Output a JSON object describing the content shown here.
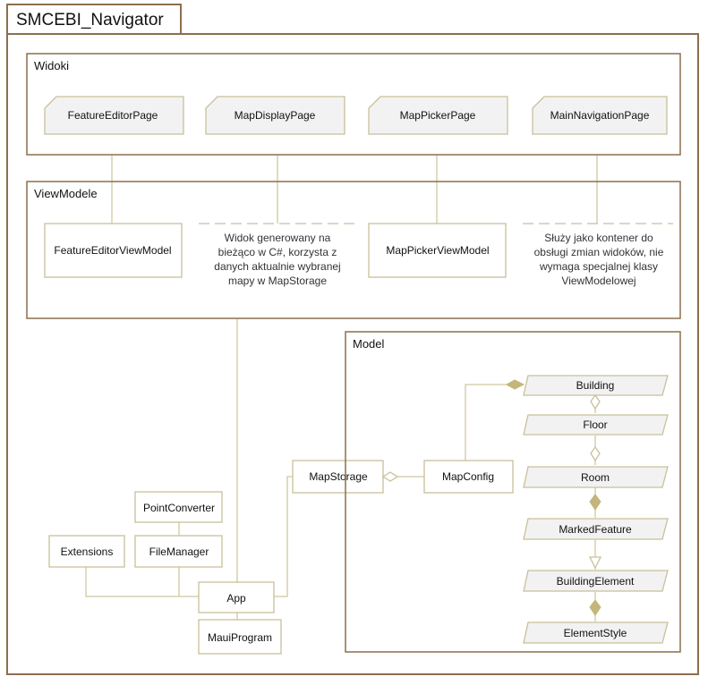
{
  "diagram": {
    "title": "SMCEBI_Navigator",
    "packages": {
      "views": "Widoki",
      "viewmodels": "ViewModele",
      "model": "Model"
    },
    "views": [
      "FeatureEditorPage",
      "MapDisplayPage",
      "MapPickerPage",
      "MainNavigationPage"
    ],
    "viewmodels": {
      "feature_editor": "FeatureEditorViewModel",
      "map_picker": "MapPickerViewModel"
    },
    "notes": {
      "map_display": [
        "Widok generowany na",
        "bieżąco w C#, korzysta z",
        "danych aktualnie wybranej",
        "mapy w MapStorage"
      ],
      "main_navigation": [
        "Służy jako kontener do",
        "obsługi zmian widoków, nie",
        "wymaga specjalnej klasy",
        "ViewModelowej"
      ]
    },
    "components": {
      "point_converter": "PointConverter",
      "file_manager": "FileManager",
      "extensions": "Extensions",
      "app": "App",
      "maui_program": "MauiProgram",
      "map_storage": "MapStorage",
      "map_config": "MapConfig"
    },
    "model_classes": [
      "Building",
      "Floor",
      "Room",
      "MarkedFeature",
      "BuildingElement",
      "ElementStyle"
    ],
    "colors": {
      "border": "#8b6f4e",
      "box_border": "#c8c09a",
      "box_fill": "#ffffff",
      "shape_fill": "#f2f2f2",
      "connector": "#cfc8a0",
      "diamond": "#c4b57a",
      "dashed": "#c8c09a"
    }
  }
}
